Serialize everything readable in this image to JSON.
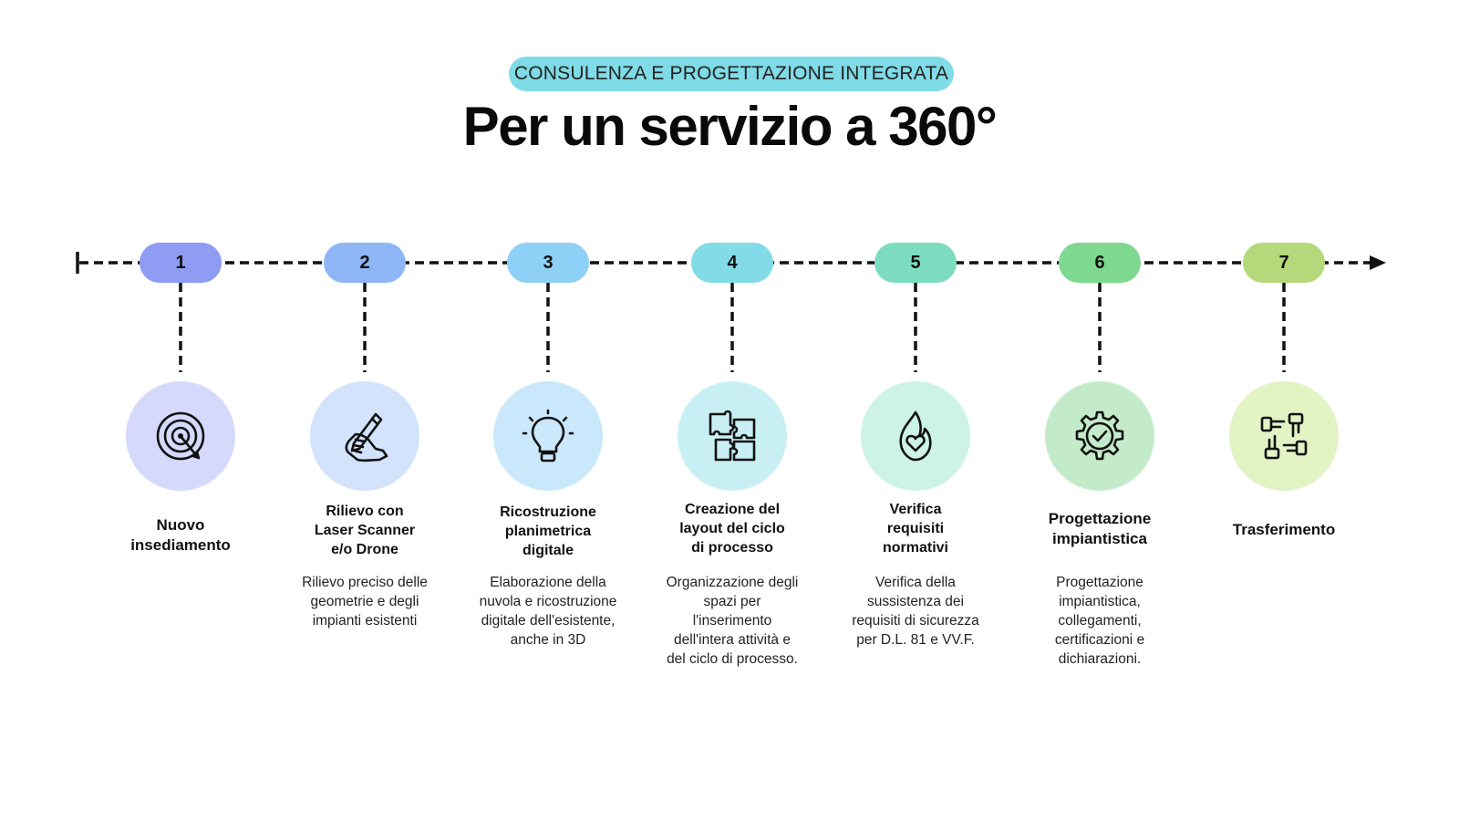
{
  "header": {
    "badge": "CONSULENZA E PROGETTAZIONE INTEGRATA",
    "title": "Per un servizio a 360°"
  },
  "colors": {
    "badge_bg": "#7fdbe6",
    "line": "#111111"
  },
  "steps": [
    {
      "number": "1",
      "pill_color": "#8f9cf3",
      "circle_color": "#d5d9fb",
      "icon": "target-icon",
      "title_lines": [
        "Nuovo",
        "insediamento"
      ],
      "desc_lines": []
    },
    {
      "number": "2",
      "pill_color": "#8eb6f6",
      "circle_color": "#d2e3fb",
      "icon": "pencil-hand-icon",
      "title_lines": [
        "Rilievo con",
        "Laser Scanner",
        "e/o Drone"
      ],
      "desc_lines": [
        "Rilievo preciso delle",
        "geometrie e degli",
        "impianti esistenti"
      ]
    },
    {
      "number": "3",
      "pill_color": "#8fd0f6",
      "circle_color": "#c9e8fb",
      "icon": "lightbulb-icon",
      "title_lines": [
        "Ricostruzione",
        "planimetrica",
        "digitale"
      ],
      "desc_lines": [
        "Elaborazione della",
        "nuvola e ricostruzione",
        "digitale dell'esistente,",
        "anche in 3D"
      ]
    },
    {
      "number": "4",
      "pill_color": "#82dbe6",
      "circle_color": "#c8f0f4",
      "icon": "puzzle-icon",
      "title_lines": [
        "Creazione del",
        "layout del ciclo",
        "di processo"
      ],
      "desc_lines": [
        "Organizzazione degli",
        "spazi per",
        "l'inserimento",
        "dell'intera attività e",
        "del ciclo di processo."
      ]
    },
    {
      "number": "5",
      "pill_color": "#7ddcc0",
      "circle_color": "#cdf3e6",
      "icon": "flame-heart-icon",
      "title_lines": [
        "Verifica",
        "requisiti",
        "normativi"
      ],
      "desc_lines": [
        "Verifica della",
        "sussistenza dei",
        "requisiti di sicurezza",
        "per D.L. 81 e VV.F."
      ]
    },
    {
      "number": "6",
      "pill_color": "#7fd88f",
      "circle_color": "#c4ebc9",
      "icon": "gear-check-icon",
      "title_lines": [
        "Progettazione",
        "impiantistica"
      ],
      "desc_lines": [
        "Progettazione",
        "impiantistica,",
        "collegamenti,",
        "certificazioni e",
        "dichiarazioni."
      ]
    },
    {
      "number": "7",
      "pill_color": "#b4d97a",
      "circle_color": "#e2f3c4",
      "icon": "hands-icon",
      "title_lines": [
        "Trasferimento"
      ],
      "desc_lines": []
    }
  ]
}
